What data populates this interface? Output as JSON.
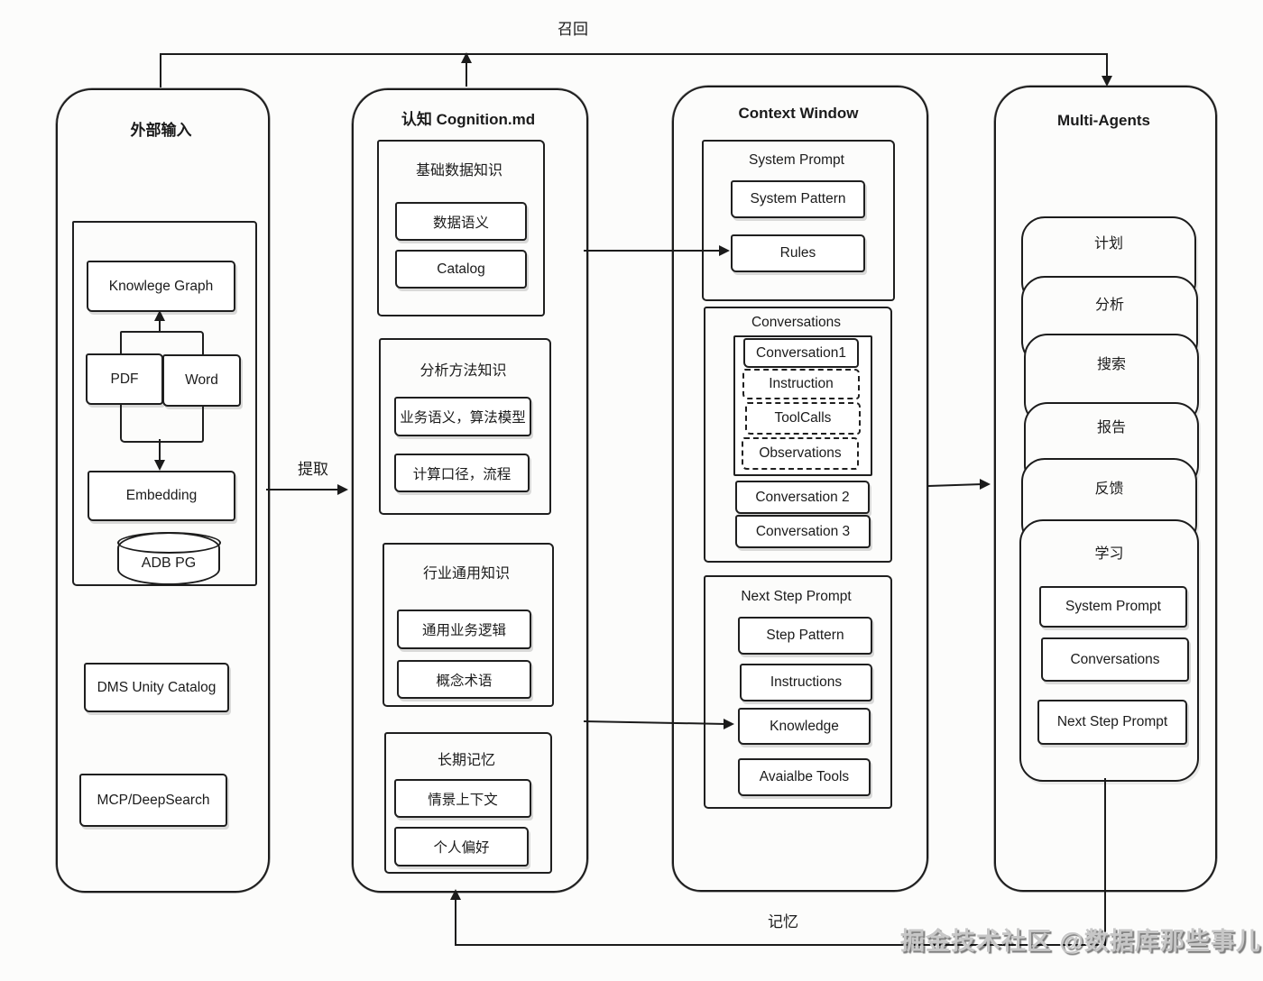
{
  "labels": {
    "recall": "召回",
    "extract": "提取",
    "memory": "记忆",
    "watermark": "掘金技术社区 @数据库那些事儿"
  },
  "external": {
    "title": "外部输入",
    "knowledge_graph": "Knowlege Graph",
    "pdf": "PDF",
    "word": "Word",
    "embedding": "Embedding",
    "adb_pg": "ADB PG",
    "dms_unity_catalog": "DMS Unity Catalog",
    "mcp_deepsearch": "MCP/DeepSearch"
  },
  "cognition": {
    "title": "认知 Cognition.md",
    "sections": [
      {
        "title": "基础数据知识",
        "items": [
          "数据语义",
          "Catalog"
        ]
      },
      {
        "title": "分析方法知识",
        "items": [
          "业务语义，算法模型",
          "计算口径，流程"
        ]
      },
      {
        "title": "行业通用知识",
        "items": [
          "通用业务逻辑",
          "概念术语"
        ]
      },
      {
        "title": "长期记忆",
        "items": [
          "情景上下文",
          "个人偏好"
        ]
      }
    ]
  },
  "context_window": {
    "title": "Context Window",
    "system_prompt": {
      "title": "System Prompt",
      "items": [
        "System Pattern",
        "Rules"
      ]
    },
    "conversations": {
      "title": "Conversations",
      "first": "Conversation1",
      "dashed_items": [
        "Instruction",
        "ToolCalls",
        "Observations"
      ],
      "more": [
        "Conversation 2",
        "Conversation 3"
      ]
    },
    "next_step_prompt": {
      "title": "Next Step Prompt",
      "items": [
        "Step Pattern",
        "Instructions",
        "Knowledge",
        "Avaialbe Tools"
      ]
    }
  },
  "multi_agents": {
    "title": "Multi-Agents",
    "agents": [
      "计划",
      "分析",
      "搜索",
      "报告",
      "反馈",
      "学习"
    ],
    "learning_items": [
      "System Prompt",
      "Conversations",
      "Next Step Prompt"
    ]
  }
}
